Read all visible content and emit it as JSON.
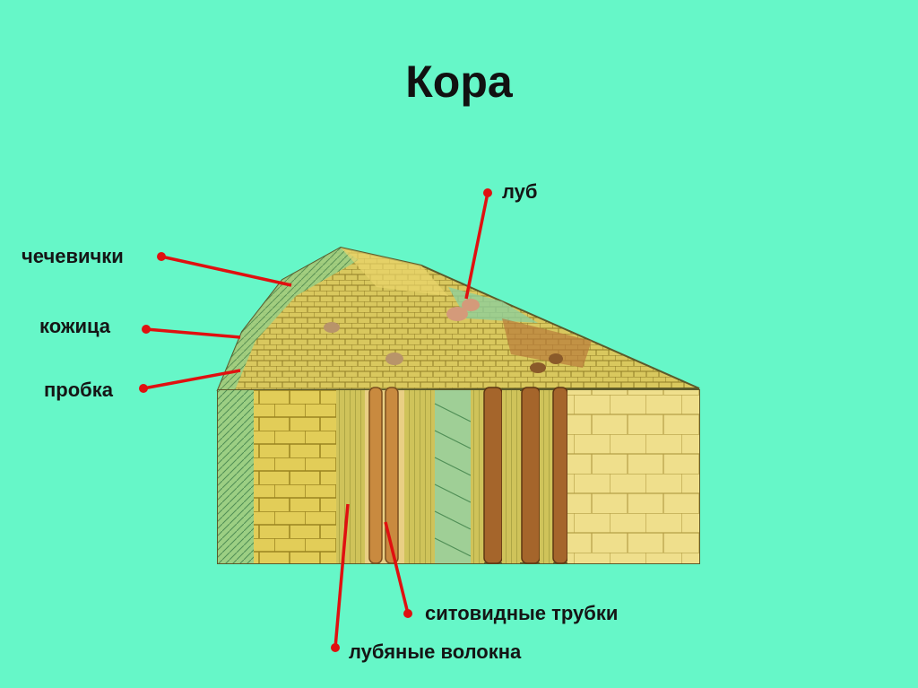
{
  "slide": {
    "title": "Кора"
  },
  "labels": {
    "lentils": "чечевички",
    "skin": "кожица",
    "cork": "пробка",
    "bast": "луб",
    "sieve_tubes": "ситовидные трубки",
    "bast_fibers": "лубяные волокна"
  },
  "colors": {
    "background": "#66f7c8",
    "pointer": "#e01010"
  }
}
